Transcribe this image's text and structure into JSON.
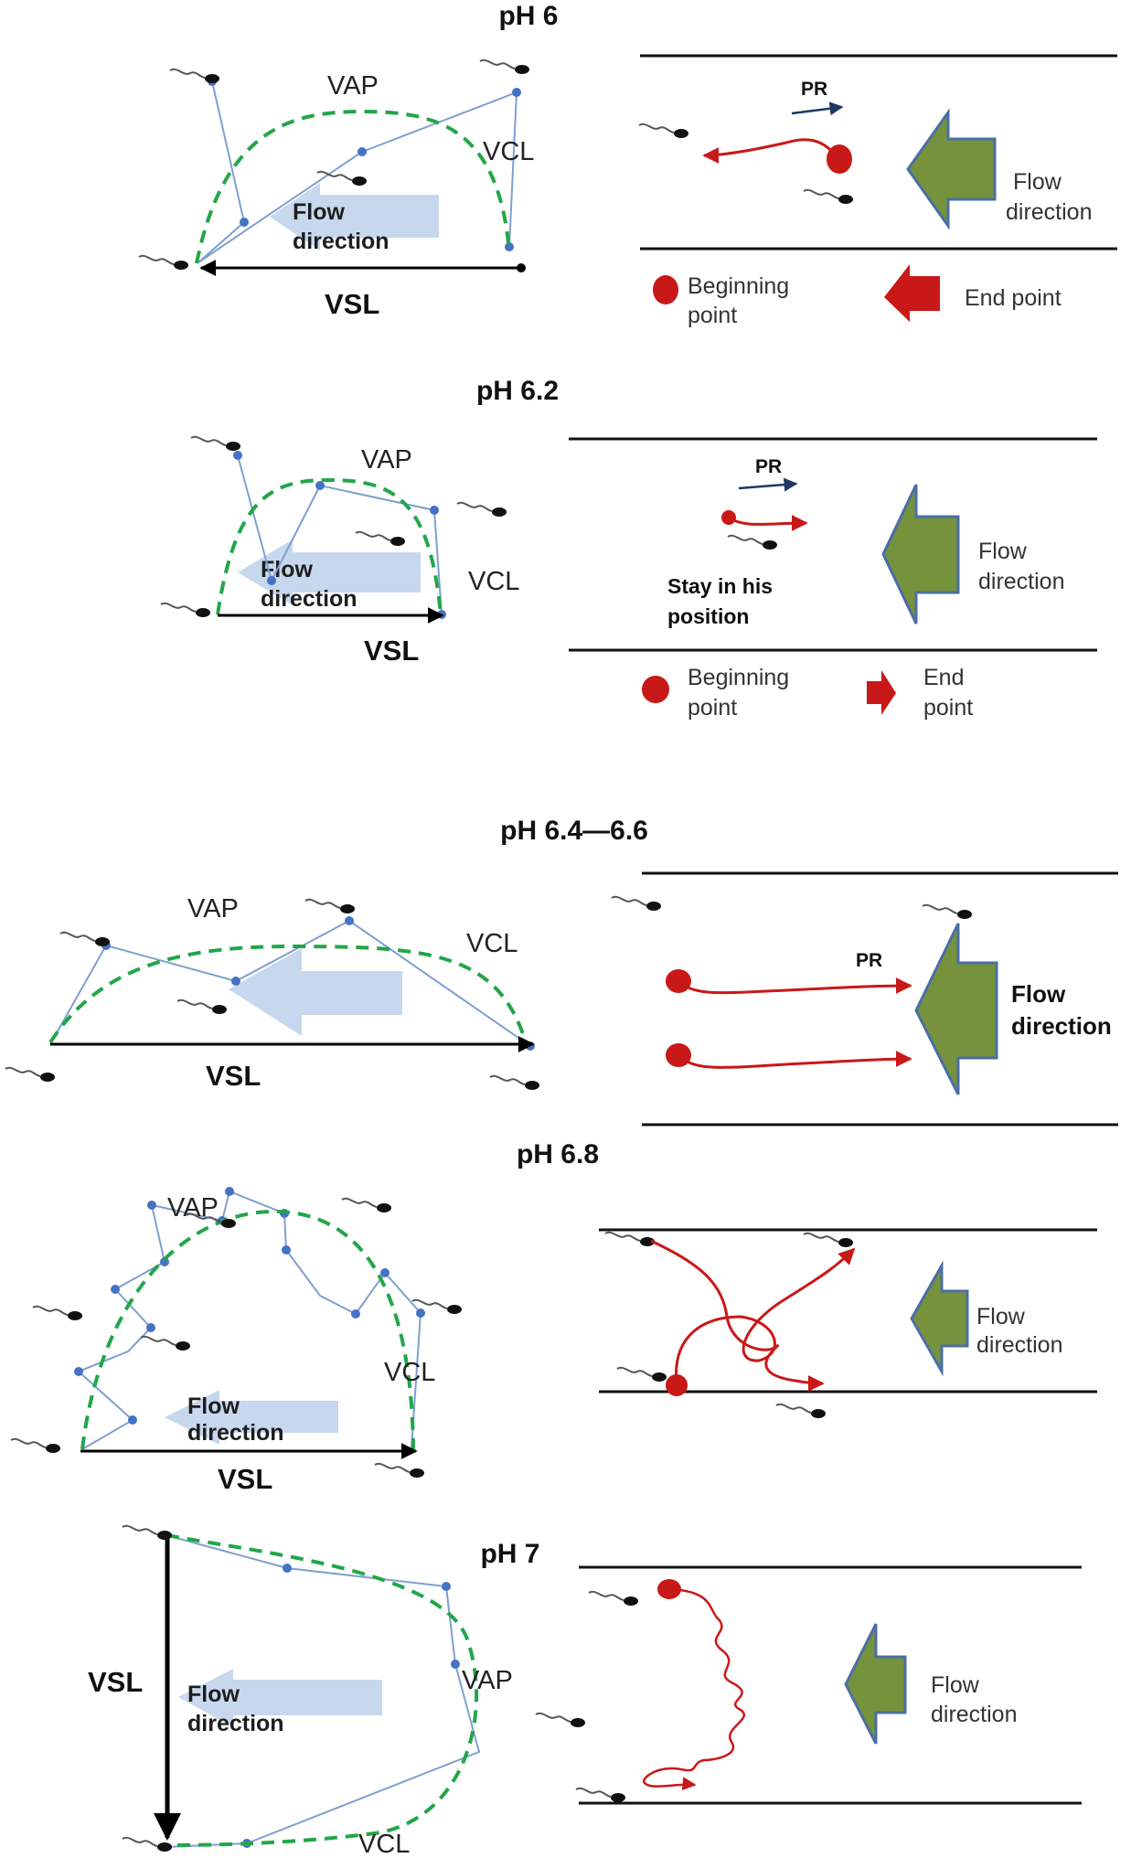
{
  "colors": {
    "vap_curve": "#22a64a",
    "vcl_path": "#7f9fd0",
    "vcl_point": "#4472c4",
    "trajectory": "#c91818",
    "flow_arrow_fill": "#76923c",
    "flow_arrow_stroke": "#4a6fa5",
    "light_flow_arrow": "#c7d8ee",
    "pr_arrow": "#1f3864"
  },
  "icons": {
    "sperm": "sperm-icon",
    "flow": "flow-direction-arrow-icon",
    "beginning": "beginning-point-icon",
    "end": "end-point-icon"
  },
  "panels": [
    {
      "title": "pH 6",
      "left": {
        "vap": "VAP",
        "vcl": "VCL",
        "vsl": "VSL",
        "flow_line1": "Flow",
        "flow_line2": "direction"
      },
      "right": {
        "pr": "PR",
        "flow_line1": "Flow",
        "flow_line2": "direction",
        "legend": {
          "begin_line1": "Beginning",
          "begin_line2": "point",
          "end_line1": "End point",
          "end_line2": ""
        }
      }
    },
    {
      "title": "pH 6.2",
      "left": {
        "vap": "VAP",
        "vcl": "VCL",
        "vsl": "VSL",
        "flow_line1": "Flow",
        "flow_line2": "direction"
      },
      "right": {
        "pr": "PR",
        "note_line1": "Stay in his",
        "note_line2": "position",
        "flow_line1": "Flow",
        "flow_line2": "direction",
        "legend": {
          "begin_line1": "Beginning",
          "begin_line2": "point",
          "end_line1": "End",
          "end_line2": "point"
        }
      }
    },
    {
      "title": "pH 6.4—6.6",
      "left": {
        "vap": "VAP",
        "vcl": "VCL",
        "vsl": "VSL"
      },
      "right": {
        "pr": "PR",
        "flow_line1": "Flow",
        "flow_line2": "direction"
      }
    },
    {
      "title": "pH 6.8",
      "left": {
        "vap": "VAP",
        "vcl": "VCL",
        "vsl": "VSL",
        "flow_line1": "Flow",
        "flow_line2": "direction"
      },
      "right": {
        "flow_line1": "Flow",
        "flow_line2": "direction"
      }
    },
    {
      "title": "pH 7",
      "left": {
        "vap": "VAP",
        "vcl": "VCL",
        "vsl": "VSL",
        "flow_line1": "Flow",
        "flow_line2": "direction"
      },
      "right": {
        "flow_line1": "Flow",
        "flow_line2": "direction"
      }
    }
  ]
}
